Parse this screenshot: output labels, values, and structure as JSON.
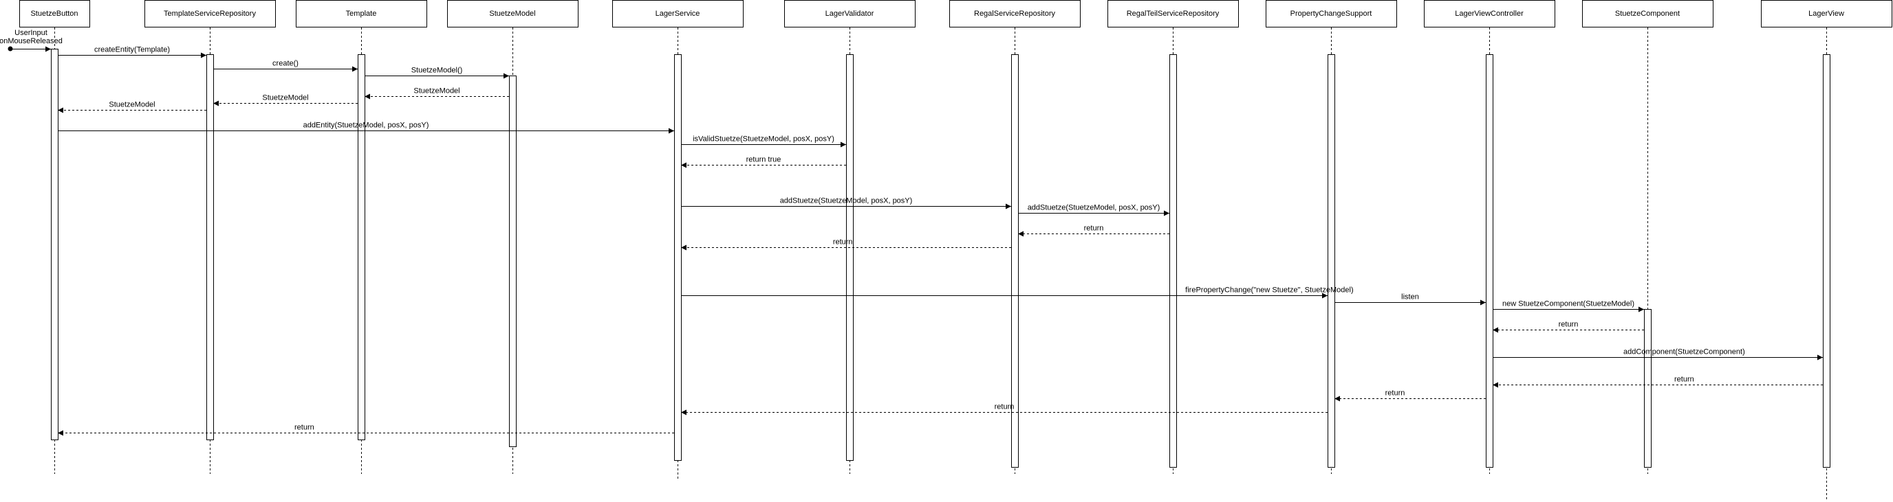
{
  "participants": [
    {
      "id": "StuetzeButton",
      "label": "StuetzeButton"
    },
    {
      "id": "TemplateServiceRepository",
      "label": "TemplateServiceRepository"
    },
    {
      "id": "Template",
      "label": "Template"
    },
    {
      "id": "StuetzeModel",
      "label": "StuetzeModel"
    },
    {
      "id": "LagerService",
      "label": "LagerService"
    },
    {
      "id": "LagerValidator",
      "label": "LagerValidator"
    },
    {
      "id": "RegalServiceRepository",
      "label": "RegalServiceRepository"
    },
    {
      "id": "RegalTeilServiceRepository",
      "label": "RegalTeilServiceRepository"
    },
    {
      "id": "PropertyChangeSupport",
      "label": "PropertyChangeSupport"
    },
    {
      "id": "LagerViewController",
      "label": "LagerViewController"
    },
    {
      "id": "StuetzeComponent",
      "label": "StuetzeComponent"
    },
    {
      "id": "LagerView",
      "label": "LagerView"
    }
  ],
  "initial_message": {
    "to": "StuetzeButton",
    "label_line1": "UserInput",
    "label_line2": "onMouseReleased"
  },
  "messages": [
    {
      "from": "StuetzeButton",
      "to": "TemplateServiceRepository",
      "label": "createEntity(Template)",
      "style": "sync"
    },
    {
      "from": "TemplateServiceRepository",
      "to": "Template",
      "label": "create()",
      "style": "sync"
    },
    {
      "from": "Template",
      "to": "StuetzeModel",
      "label": "StuetzeModel()",
      "style": "sync"
    },
    {
      "from": "StuetzeModel",
      "to": "Template",
      "label": "StuetzeModel",
      "style": "return"
    },
    {
      "from": "Template",
      "to": "TemplateServiceRepository",
      "label": "StuetzeModel",
      "style": "return"
    },
    {
      "from": "TemplateServiceRepository",
      "to": "StuetzeButton",
      "label": "StuetzeModel",
      "style": "return"
    },
    {
      "from": "StuetzeButton",
      "to": "LagerService",
      "label": "addEntity(StuetzeModel, posX, posY)",
      "style": "sync"
    },
    {
      "from": "LagerService",
      "to": "LagerValidator",
      "label": "isValidStuetze(StuetzeModel, posX, posY)",
      "style": "sync"
    },
    {
      "from": "LagerValidator",
      "to": "LagerService",
      "label": "return true",
      "style": "return"
    },
    {
      "from": "LagerService",
      "to": "RegalServiceRepository",
      "label": "addStuetze(StuetzeModel, posX, posY)",
      "style": "sync"
    },
    {
      "from": "RegalServiceRepository",
      "to": "RegalTeilServiceRepository",
      "label": "addStuetze(StuetzeModel, posX, posY)",
      "style": "sync"
    },
    {
      "from": "RegalTeilServiceRepository",
      "to": "RegalServiceRepository",
      "label": "return",
      "style": "return"
    },
    {
      "from": "RegalServiceRepository",
      "to": "LagerService",
      "label": "return",
      "style": "return"
    },
    {
      "from": "LagerService",
      "to": "PropertyChangeSupport",
      "label": "firePropertyChange(\"new Stuetze\", StuetzeModel)",
      "style": "sync"
    },
    {
      "from": "PropertyChangeSupport",
      "to": "LagerViewController",
      "label": "listen",
      "style": "sync"
    },
    {
      "from": "LagerViewController",
      "to": "StuetzeComponent",
      "label": "new StuetzeComponent(StuetzeModel)",
      "style": "sync"
    },
    {
      "from": "StuetzeComponent",
      "to": "LagerViewController",
      "label": "return",
      "style": "return"
    },
    {
      "from": "LagerViewController",
      "to": "LagerView",
      "label": "addComponent(StuetzeComponent)",
      "style": "sync"
    },
    {
      "from": "LagerView",
      "to": "LagerViewController",
      "label": "return",
      "style": "return"
    },
    {
      "from": "LagerViewController",
      "to": "PropertyChangeSupport",
      "label": "return",
      "style": "return"
    },
    {
      "from": "PropertyChangeSupport",
      "to": "LagerService",
      "label": "return",
      "style": "return"
    },
    {
      "from": "LagerService",
      "to": "StuetzeButton",
      "label": "return",
      "style": "return"
    }
  ],
  "colors": {
    "line": "#000000",
    "background": "#ffffff"
  }
}
